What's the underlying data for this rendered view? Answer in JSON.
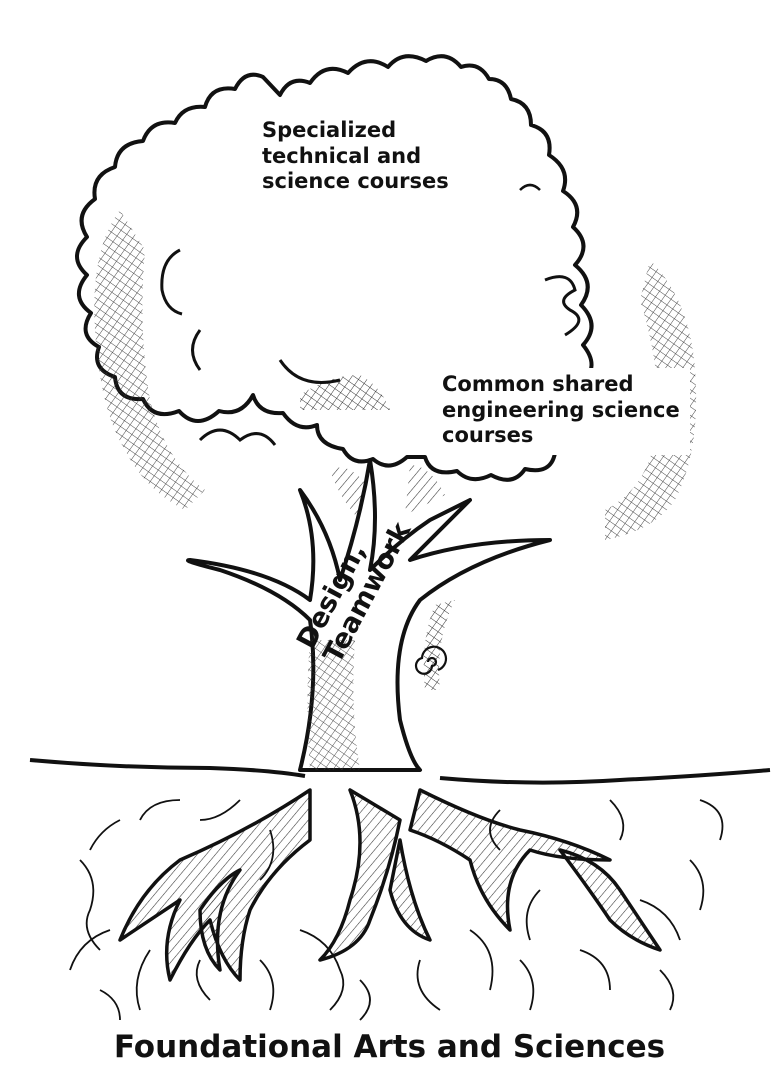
{
  "diagram": {
    "crown_top_label": [
      "Specialized",
      "technical and",
      "science courses"
    ],
    "crown_lower_label": [
      "Common shared",
      "engineering science",
      "courses"
    ],
    "trunk_label": [
      "Design,",
      "Teamwork"
    ],
    "roots_label": "Foundational Arts and Sciences"
  },
  "colors": {
    "ink": "#111111",
    "paper": "#ffffff",
    "hatch": "#333333"
  },
  "icons": [
    "spiral-knot-icon"
  ]
}
